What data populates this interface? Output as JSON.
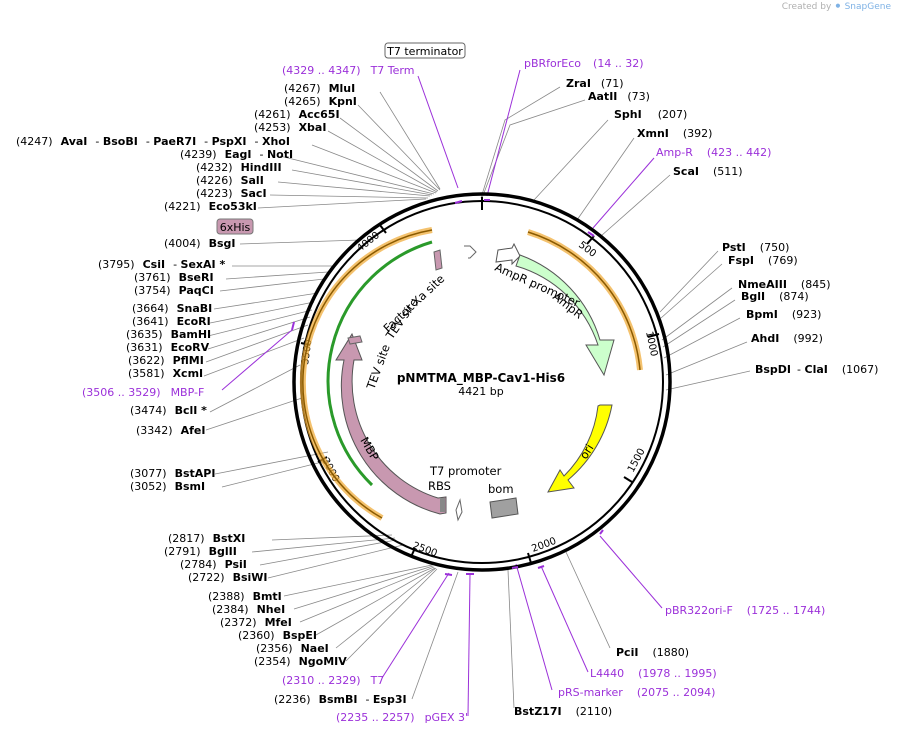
{
  "watermark": {
    "prefix": "Created by",
    "brand": "SnapGene"
  },
  "plasmid": {
    "name": "pNMTMA_MBP-Cav1-His6",
    "length_label": "4421 bp"
  },
  "ticks": [
    "500",
    "1000",
    "1500",
    "2000",
    "2500",
    "3000",
    "3500",
    "4000"
  ],
  "feature_labels": {
    "ampr_promoter": "AmpR promoter",
    "ampr": "AmpR",
    "ori": "ori",
    "bom": "bom",
    "t7_promoter": "T7 promoter",
    "rbs": "RBS",
    "mbp": "MBP",
    "tev_site_1": "TEV site",
    "tev_site_2": "TEV site",
    "factor_xa": "Factor Xa site",
    "his_box": "6xHis",
    "t7_terminator_box": "T7 terminator"
  },
  "sites_right": [
    {
      "name": "ZraI",
      "pos": "(71)"
    },
    {
      "name": "AatII",
      "pos": "(73)"
    },
    {
      "name": "SphI",
      "pos": "(207)"
    },
    {
      "name": "XmnI",
      "pos": "(392)"
    },
    {
      "name": "ScaI",
      "pos": "(511)"
    },
    {
      "name": "PstI",
      "pos": "(750)"
    },
    {
      "name": "FspI",
      "pos": "(769)"
    },
    {
      "name": "NmeAIII",
      "pos": "(845)"
    },
    {
      "name": "BglI",
      "pos": "(874)"
    },
    {
      "name": "BpmI",
      "pos": "(923)"
    },
    {
      "name": "AhdI",
      "pos": "(992)"
    },
    {
      "name": "BspDI",
      "name2": "ClaI",
      "pos": "(1067)"
    },
    {
      "name": "PciI",
      "pos": "(1880)"
    },
    {
      "name": "BstZ17I",
      "pos": "(2110)"
    }
  ],
  "sites_left": [
    {
      "pos": "(4267)",
      "name": "MluI"
    },
    {
      "pos": "(4265)",
      "name": "KpnI"
    },
    {
      "pos": "(4261)",
      "name": "Acc65I"
    },
    {
      "pos": "(4253)",
      "name": "XbaI"
    },
    {
      "pos": "(4247)",
      "name": "AvaI",
      "name2": "BsoBI",
      "name3": "PaeR7I",
      "name4": "PspXI",
      "name5": "XhoI"
    },
    {
      "pos": "(4239)",
      "name": "EagI",
      "name2": "NotI"
    },
    {
      "pos": "(4232)",
      "name": "HindIII"
    },
    {
      "pos": "(4226)",
      "name": "SalI"
    },
    {
      "pos": "(4223)",
      "name": "SacI"
    },
    {
      "pos": "(4221)",
      "name": "Eco53kI"
    },
    {
      "pos": "(4004)",
      "name": "BsgI"
    },
    {
      "pos": "(3795)",
      "name": "CsiI",
      "name2": "SexAI *"
    },
    {
      "pos": "(3761)",
      "name": "BseRI"
    },
    {
      "pos": "(3754)",
      "name": "PaqCI"
    },
    {
      "pos": "(3664)",
      "name": "SnaBI"
    },
    {
      "pos": "(3641)",
      "name": "EcoRI"
    },
    {
      "pos": "(3635)",
      "name": "BamHI"
    },
    {
      "pos": "(3631)",
      "name": "EcoRV"
    },
    {
      "pos": "(3622)",
      "name": "PflMI"
    },
    {
      "pos": "(3581)",
      "name": "XcmI"
    },
    {
      "pos": "(3474)",
      "name": "BclI *"
    },
    {
      "pos": "(3342)",
      "name": "AfeI"
    },
    {
      "pos": "(3077)",
      "name": "BstAPI"
    },
    {
      "pos": "(3052)",
      "name": "BsmI"
    },
    {
      "pos": "(2817)",
      "name": "BstXI"
    },
    {
      "pos": "(2791)",
      "name": "BglII"
    },
    {
      "pos": "(2784)",
      "name": "PsiI"
    },
    {
      "pos": "(2722)",
      "name": "BsiWI"
    },
    {
      "pos": "(2388)",
      "name": "BmtI"
    },
    {
      "pos": "(2384)",
      "name": "NheI"
    },
    {
      "pos": "(2372)",
      "name": "MfeI"
    },
    {
      "pos": "(2360)",
      "name": "BspEI"
    },
    {
      "pos": "(2356)",
      "name": "NaeI"
    },
    {
      "pos": "(2354)",
      "name": "NgoMIV"
    },
    {
      "pos": "(2236)",
      "name": "BsmBI",
      "name2": "Esp3I"
    }
  ],
  "primers": [
    {
      "name": "pBRforEco",
      "range": "(14 .. 32)"
    },
    {
      "name": "Amp-R",
      "range": "(423 .. 442)"
    },
    {
      "name": "pBR322ori-F",
      "range": "(1725 .. 1744)"
    },
    {
      "name": "L4440",
      "range": "(1978 .. 1995)"
    },
    {
      "name": "pRS-marker",
      "range": "(2075 .. 2094)"
    },
    {
      "name": "pGEX 3'",
      "range": "(2235 .. 2257)"
    },
    {
      "name": "T7",
      "range": "(2310 .. 2329)"
    },
    {
      "name": "MBP-F",
      "range": "(3506 .. 3529)"
    },
    {
      "name": "T7 Term",
      "range": "(4329 .. 4347)"
    }
  ],
  "colors": {
    "ampr": "#ccffcc",
    "ori": "#ffff00",
    "mbp": "#c898b0",
    "bom": "#a0a0a0",
    "primer": "#9b30d9",
    "orange_arc": "#f0a830",
    "green_arc": "#2a9a2a"
  }
}
